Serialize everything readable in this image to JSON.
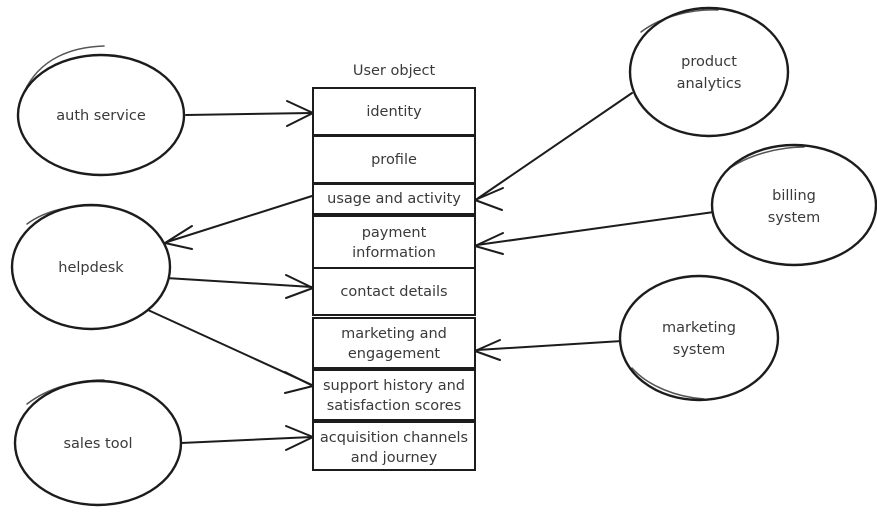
{
  "diagram": {
    "title": "User object",
    "background_color": "#ffffff",
    "stroke_color": "#1c1c1c",
    "text_color": "#3a3a3a",
    "object_box": {
      "title": "User object",
      "fields": [
        {
          "label": "identity"
        },
        {
          "label": "profile"
        },
        {
          "label": "usage and activity"
        },
        {
          "label": "payment\ninformation",
          "line1": "payment",
          "line2": "information"
        },
        {
          "label": "contact details"
        },
        {
          "label": "marketing and\nengagement",
          "line1": "marketing and",
          "line2": "engagement"
        },
        {
          "label": "support history and\nsatisfaction scores",
          "line1": "support history and",
          "line2": "satisfaction scores"
        },
        {
          "label": "acquisition channels\nand journey",
          "line1": "acquisition channels",
          "line2": "and journey"
        }
      ]
    },
    "left_nodes": [
      {
        "label": "auth service"
      },
      {
        "label": "helpdesk"
      },
      {
        "label": "sales tool"
      }
    ],
    "right_nodes": [
      {
        "label": "product\nanalytics",
        "line1": "product",
        "line2": "analytics"
      },
      {
        "label": "billing\nsystem",
        "line1": "billing",
        "line2": "system"
      },
      {
        "label": "marketing\nsystem",
        "line1": "marketing",
        "line2": "system"
      }
    ],
    "edges": [
      {
        "from": "auth service",
        "to": "identity",
        "direction": "to-field"
      },
      {
        "from": "usage and activity",
        "to": "helpdesk",
        "direction": "to-node"
      },
      {
        "from": "helpdesk",
        "to": "contact details",
        "direction": "to-field"
      },
      {
        "from": "helpdesk",
        "to": "support history and satisfaction scores",
        "direction": "to-field"
      },
      {
        "from": "sales tool",
        "to": "acquisition channels and journey",
        "direction": "to-field"
      },
      {
        "from": "product analytics",
        "to": "usage and activity",
        "direction": "to-field"
      },
      {
        "from": "billing system",
        "to": "payment information",
        "direction": "to-field"
      },
      {
        "from": "marketing system",
        "to": "marketing and engagement",
        "direction": "to-field"
      }
    ]
  }
}
